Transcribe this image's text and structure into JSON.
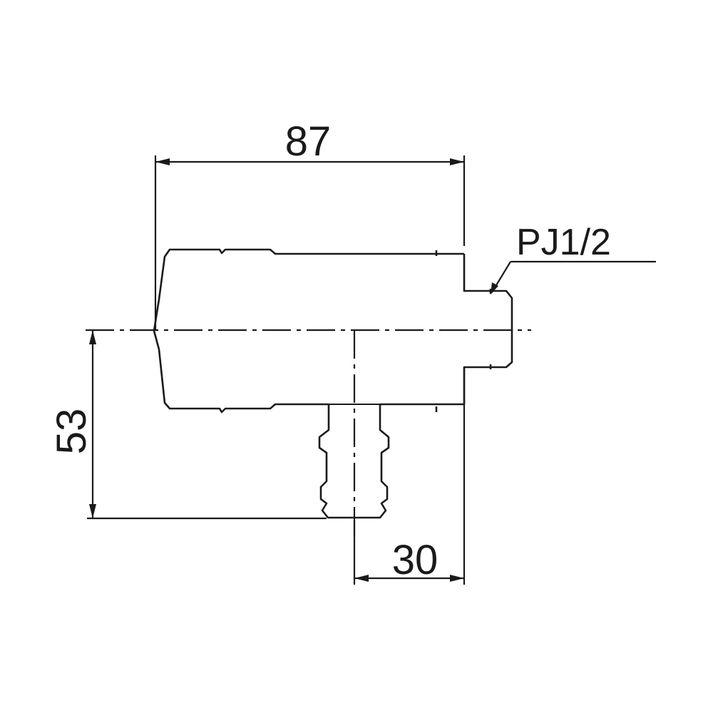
{
  "dimensions": {
    "width_overall": "87",
    "height_overall": "53",
    "outlet_offset": "30"
  },
  "thread_callout": "PJ1/2",
  "colors": {
    "line": "#1a1a1a",
    "background": "#ffffff"
  }
}
